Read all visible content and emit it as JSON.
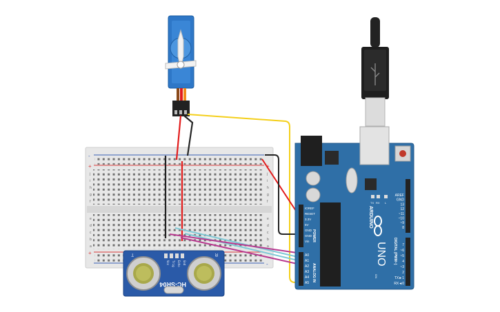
{
  "colors": {
    "background": "#ffffff",
    "breadboard": "#e7e7e7",
    "breadboard_rail_red": "#d93a3a",
    "breadboard_rail_blue": "#3a5fb5",
    "arduino_board": "#2f6fa7",
    "servo_body": "#2e77c7",
    "sensor_board": "#2a5aa8",
    "wire_yellow": "#f4cf1a",
    "wire_red": "#e21b1b",
    "wire_black": "#222222",
    "wire_cyan": "#7fc9d6",
    "wire_magenta": "#b8378e"
  },
  "components": {
    "servo": {
      "icon": "servo-motor-icon"
    },
    "usb_cable": {
      "icon": "usb-b-cable-icon"
    },
    "breadboard": {
      "rail_plus": "+",
      "rail_minus": "-",
      "row_letters_top": [
        "j",
        "i",
        "h",
        "g",
        "f"
      ],
      "row_letters_bottom": [
        "e",
        "d",
        "c",
        "b",
        "a"
      ]
    },
    "arduino": {
      "brand": "ARDUINO",
      "model": "UNO",
      "power_header_title": "POWER",
      "analog_header_title": "ANALOG IN",
      "digital_header_title": "DIGITAL (PWM~)",
      "power_pins": [
        "IOREF",
        "RESET",
        "3.3V",
        "5V",
        "GND",
        "GND",
        "Vin"
      ],
      "analog_pins": [
        "A0",
        "A1",
        "A2",
        "A3",
        "A4",
        "A5"
      ],
      "digital_pins_top": [
        "AREF",
        "GND",
        "13",
        "12",
        "~11",
        "~10",
        "~9",
        "8"
      ],
      "digital_pins_bottom": [
        "7",
        "~6",
        "~5",
        "4",
        "~3",
        "2",
        "TX►1",
        "RX◄0"
      ],
      "leds": [
        "TX",
        "RX",
        "L"
      ],
      "on_label": "ON"
    },
    "sensor": {
      "model": "HC-SR04",
      "pins": [
        "Vcc",
        "Trig",
        "Echo",
        "Gnd"
      ],
      "left_mark": "T",
      "right_mark": "R"
    }
  }
}
